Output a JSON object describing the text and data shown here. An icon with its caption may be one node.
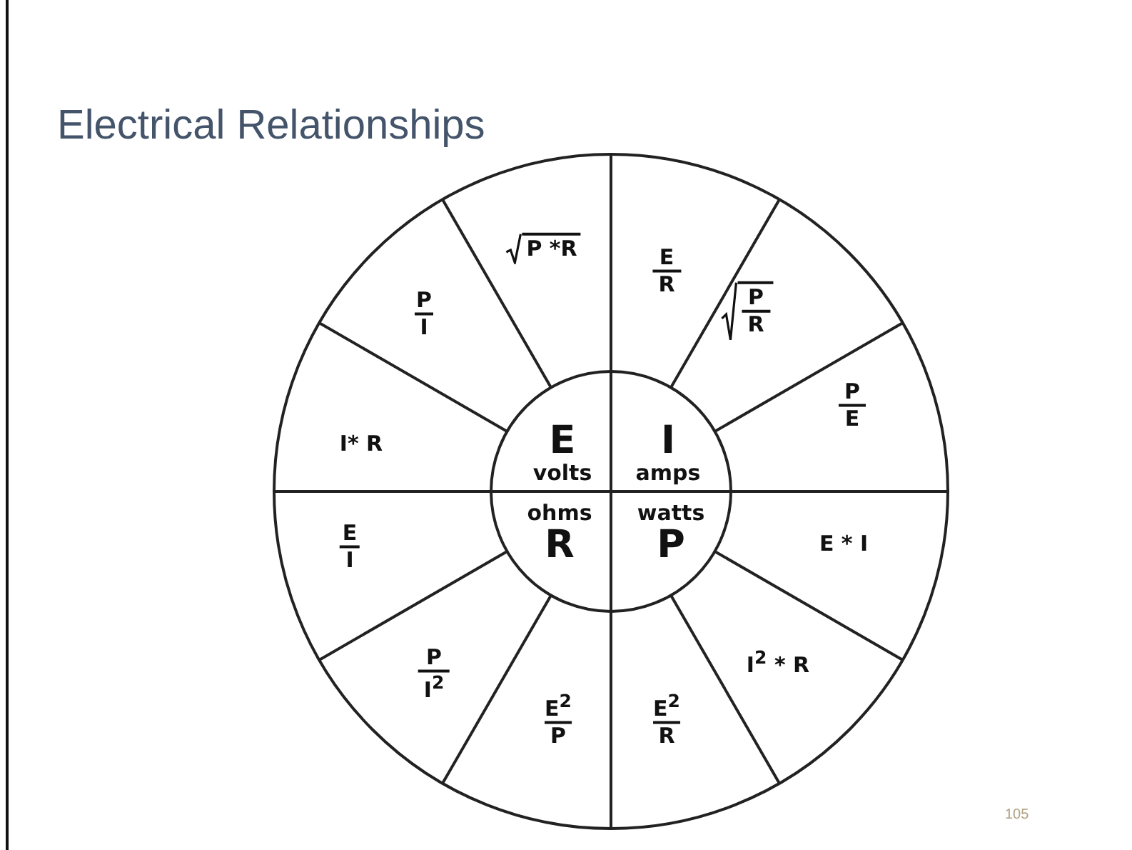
{
  "diagram": {
    "title": "Electrical Relationships",
    "nodes": [
      {
        "text": [
          "E",
          "volts"
        ]
      },
      {
        "text": [
          "I",
          "amps"
        ]
      },
      {
        "text": [
          "ohms",
          "R"
        ]
      },
      {
        "text": [
          "watts",
          "P"
        ]
      },
      {
        "text": [
          "P *R"
        ]
      },
      {
        "text": [
          "E",
          "R"
        ]
      },
      {
        "text": [
          "P",
          "R"
        ]
      },
      {
        "text": [
          "P",
          "E"
        ]
      },
      {
        "text": [
          "E * I"
        ]
      },
      {
        "text": [
          "I$^{2}$ * R"
        ]
      },
      {
        "text": [
          "E$^{2}$",
          "R"
        ]
      },
      {
        "text": [
          "E$^{2}$",
          "P"
        ]
      },
      {
        "text": [
          "P",
          "I$^{2}$"
        ]
      },
      {
        "text": [
          "E",
          "I"
        ]
      },
      {
        "text": [
          "I* R"
        ]
      },
      {
        "text": [
          "P",
          "I"
        ]
      }
    ],
    "edges": [],
    "labels": [
      "105"
    ]
  }
}
